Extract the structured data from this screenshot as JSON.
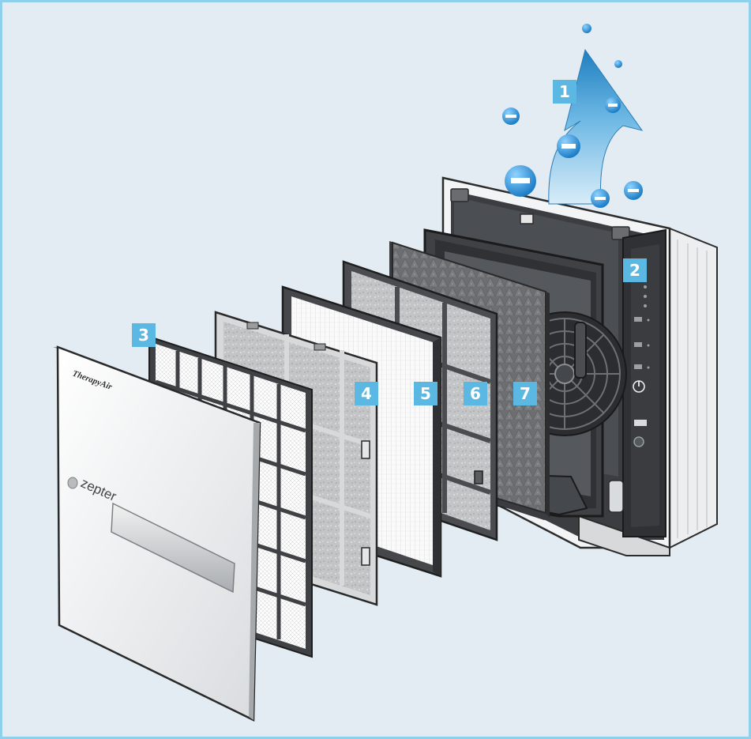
{
  "brand": {
    "therapy_air": "TherapyAir",
    "zepter": "zepter"
  },
  "callouts": [
    {
      "id": "1",
      "label": "1"
    },
    {
      "id": "2",
      "label": "2"
    },
    {
      "id": "3",
      "label": "3"
    },
    {
      "id": "4",
      "label": "4"
    },
    {
      "id": "5",
      "label": "5"
    },
    {
      "id": "6",
      "label": "6"
    },
    {
      "id": "7",
      "label": "7"
    }
  ],
  "colors": {
    "frame_border": "#8fd0ec",
    "background": "#e2ecf2",
    "badge": "#5bb8e3",
    "airflow_arrow": "#3a98cf",
    "ion": "#1e88cf"
  },
  "icons": [
    "airflow-arrow-icon",
    "negative-ion-icon",
    "power-icon"
  ]
}
